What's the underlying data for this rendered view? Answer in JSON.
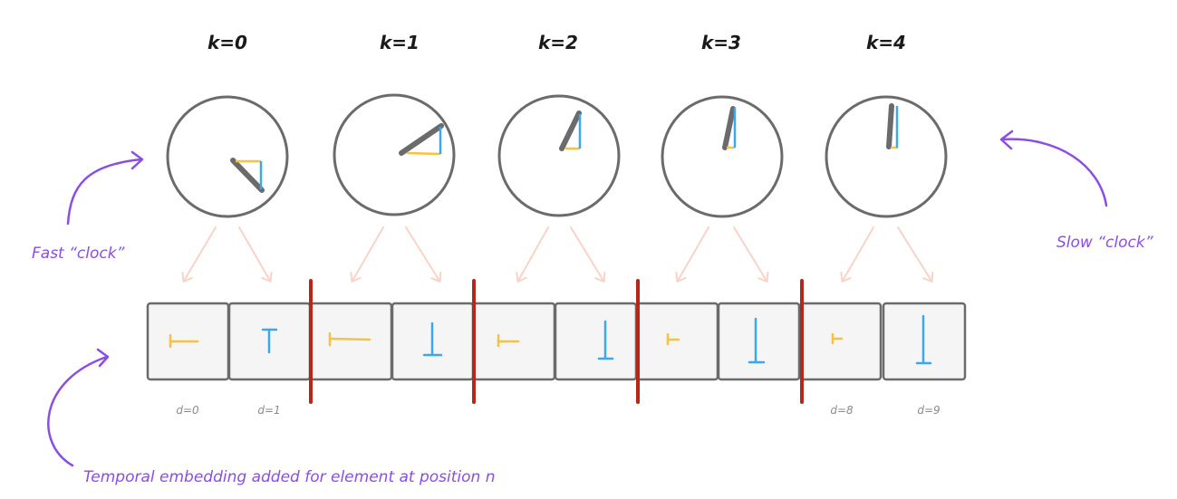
{
  "diagram": {
    "clocks": [
      {
        "label": "k=0"
      },
      {
        "label": "k=1"
      },
      {
        "label": "k=2"
      },
      {
        "label": "k=3"
      },
      {
        "label": "k=4"
      }
    ],
    "cells": [
      {
        "component": "horizontal"
      },
      {
        "component": "vertical"
      },
      {
        "component": "horizontal"
      },
      {
        "component": "vertical"
      },
      {
        "component": "horizontal"
      },
      {
        "component": "vertical"
      },
      {
        "component": "horizontal"
      },
      {
        "component": "vertical"
      },
      {
        "component": "horizontal"
      },
      {
        "component": "vertical"
      }
    ],
    "dim_labels": {
      "d0": "d=0",
      "d1": "d=1",
      "d8": "d=8",
      "d9": "d=9"
    },
    "annotations": {
      "fast_clock": "Fast “clock”",
      "slow_clock": "Slow “clock”",
      "temporal_embedding": "Temporal embedding added for element at position n"
    },
    "colors": {
      "clock_outline": "#6b6b6b",
      "hand": "#6b6b6b",
      "horizontal_component": "#f5c242",
      "vertical_component": "#3aa8f0",
      "arrow": "#f9d3c8",
      "separator": "#b8261b",
      "cell_fill": "#f5f5f5",
      "cell_border": "#6b6b6b",
      "annotation": "#8a4de6"
    }
  }
}
